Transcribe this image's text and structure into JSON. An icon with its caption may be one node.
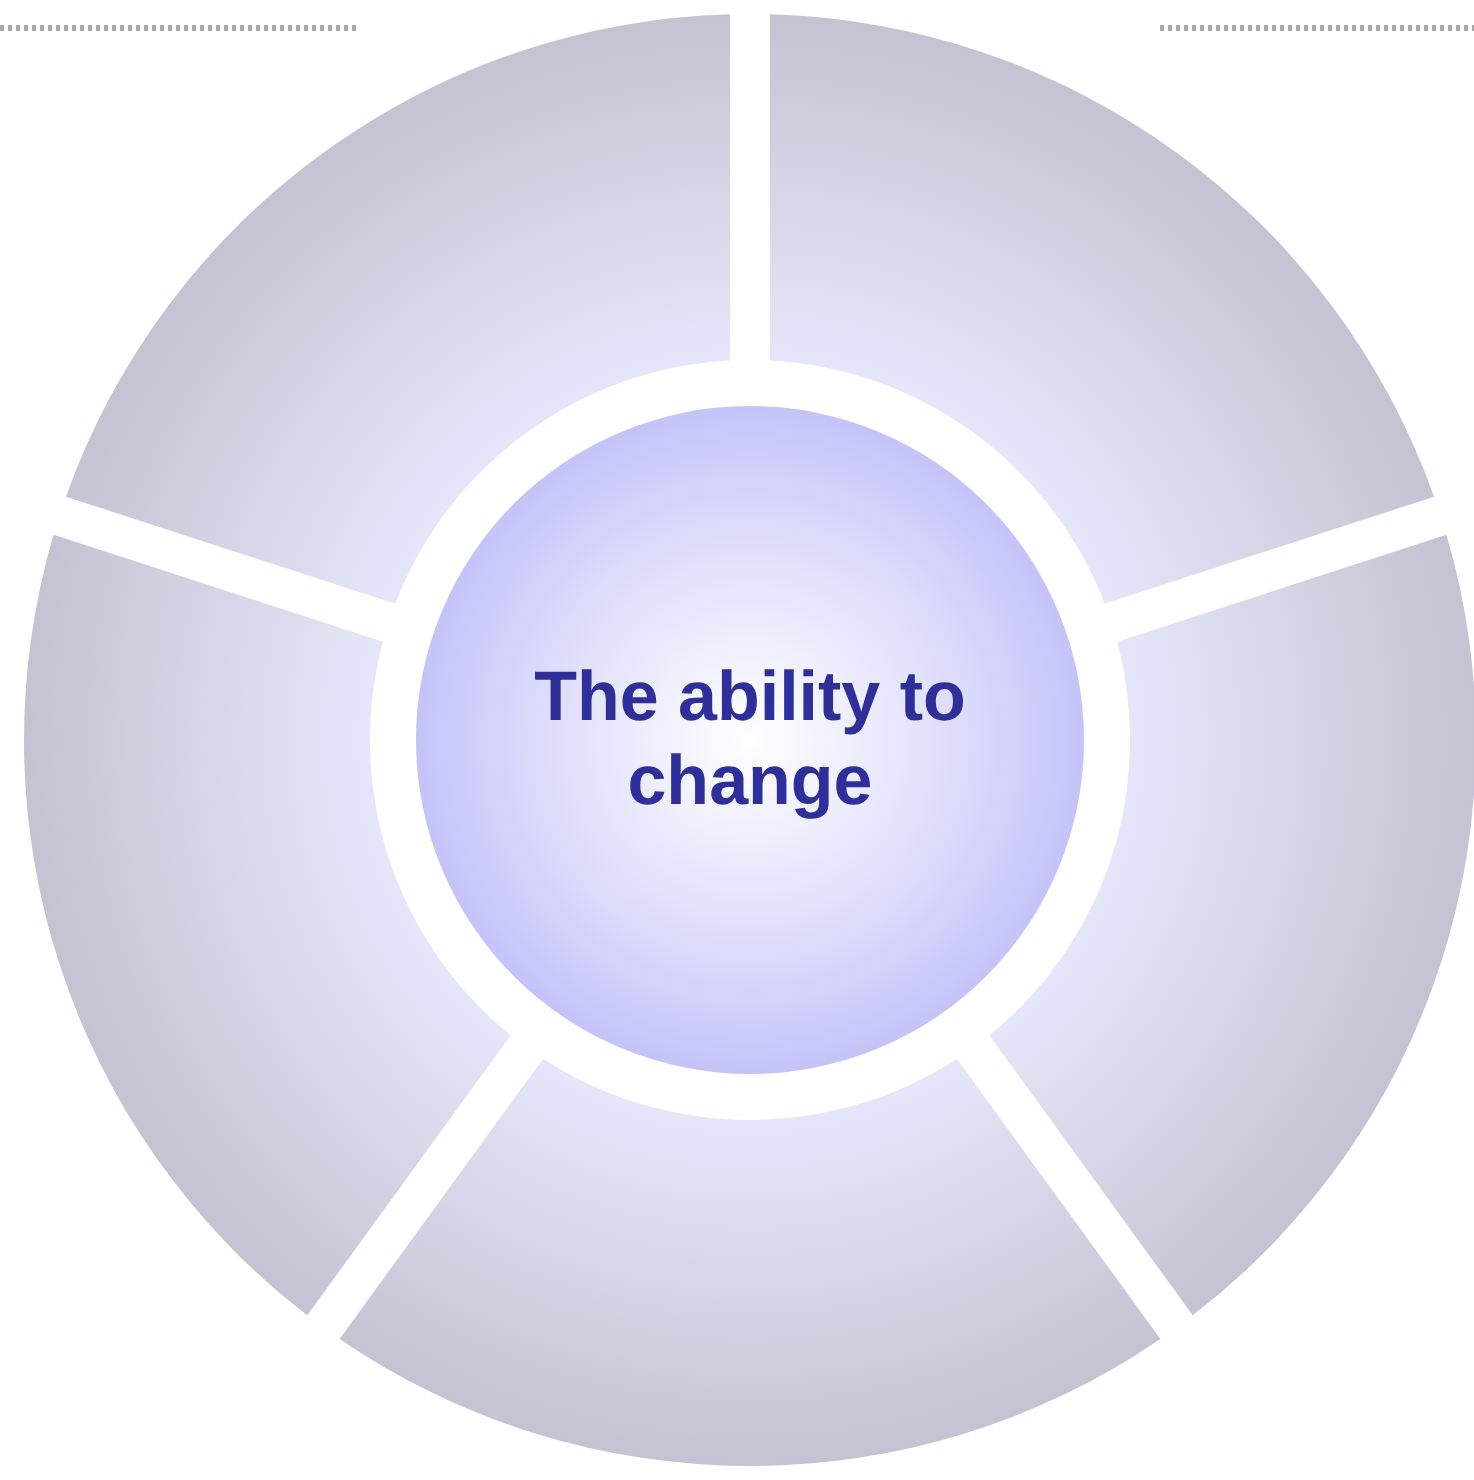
{
  "diagram": {
    "nodes": [
      {
        "text": [
          "The ability to change"
        ]
      },
      {
        "text": [],
        "shape": "sector"
      },
      {
        "text": [],
        "shape": "sector"
      },
      {
        "text": [],
        "shape": "sector"
      },
      {
        "text": [],
        "shape": "sector"
      },
      {
        "text": [],
        "shape": "sector"
      }
    ]
  }
}
